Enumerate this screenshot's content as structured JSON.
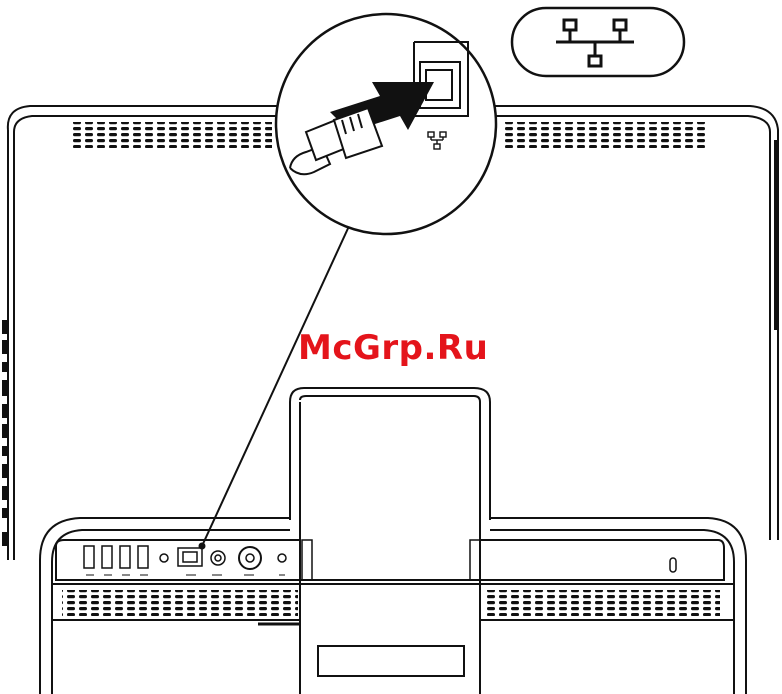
{
  "watermark": {
    "text": "McGrp.Ru",
    "color": "#e4141b"
  },
  "colors": {
    "line": "#111111",
    "background": "#ffffff"
  },
  "icons": {
    "network_badge": "network-lan-icon",
    "port_label": "network-lan-icon"
  },
  "rear_ports": [
    "usb-port",
    "usb-port",
    "usb-port",
    "usb-port",
    "audio-in-port",
    "network-port",
    "power-port",
    "tv-antenna-port",
    "audio-out-port"
  ]
}
